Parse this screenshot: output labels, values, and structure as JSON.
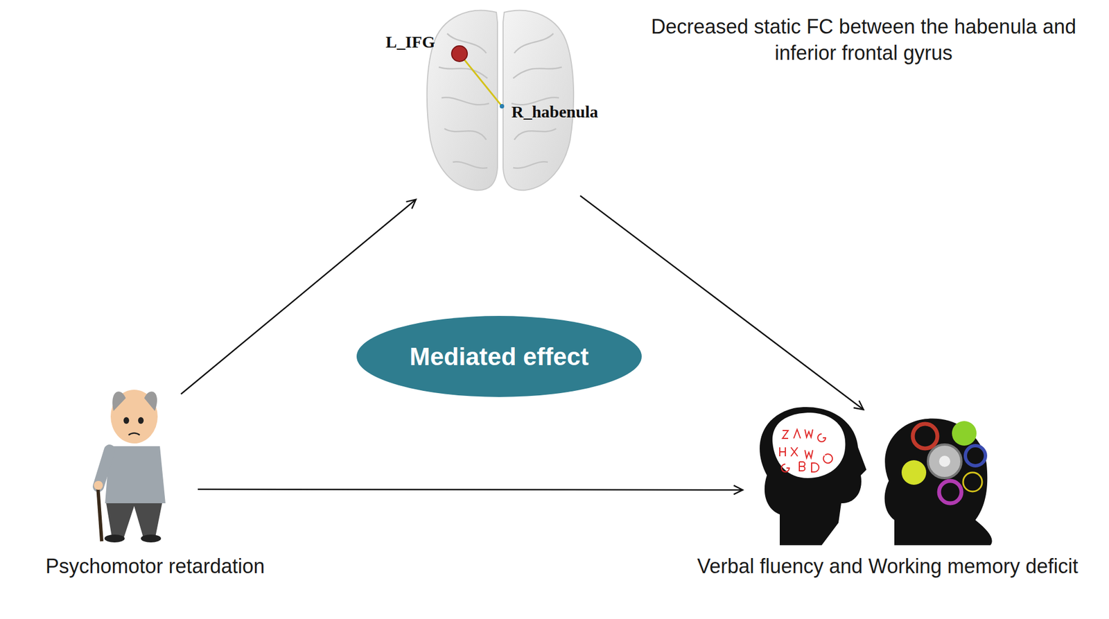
{
  "diagram": {
    "nodes": [
      {
        "text": [
          "Psychomotor retardation"
        ]
      },
      {
        "text": [
          "Decreased static FC between the habenula and inferior frontal gyrus"
        ]
      },
      {
        "text": [
          "Verbal fluency and Working memory deficit"
        ]
      },
      {
        "text": [
          "Mediated effect"
        ]
      }
    ],
    "edges": [
      {
        "from": 0,
        "to": 1,
        "arrow": "to"
      },
      {
        "from": 1,
        "to": 2,
        "arrow": "to"
      },
      {
        "from": 0,
        "to": 2,
        "arrow": "to"
      }
    ],
    "labels": [
      "L_IFG",
      "R_habenula"
    ]
  }
}
